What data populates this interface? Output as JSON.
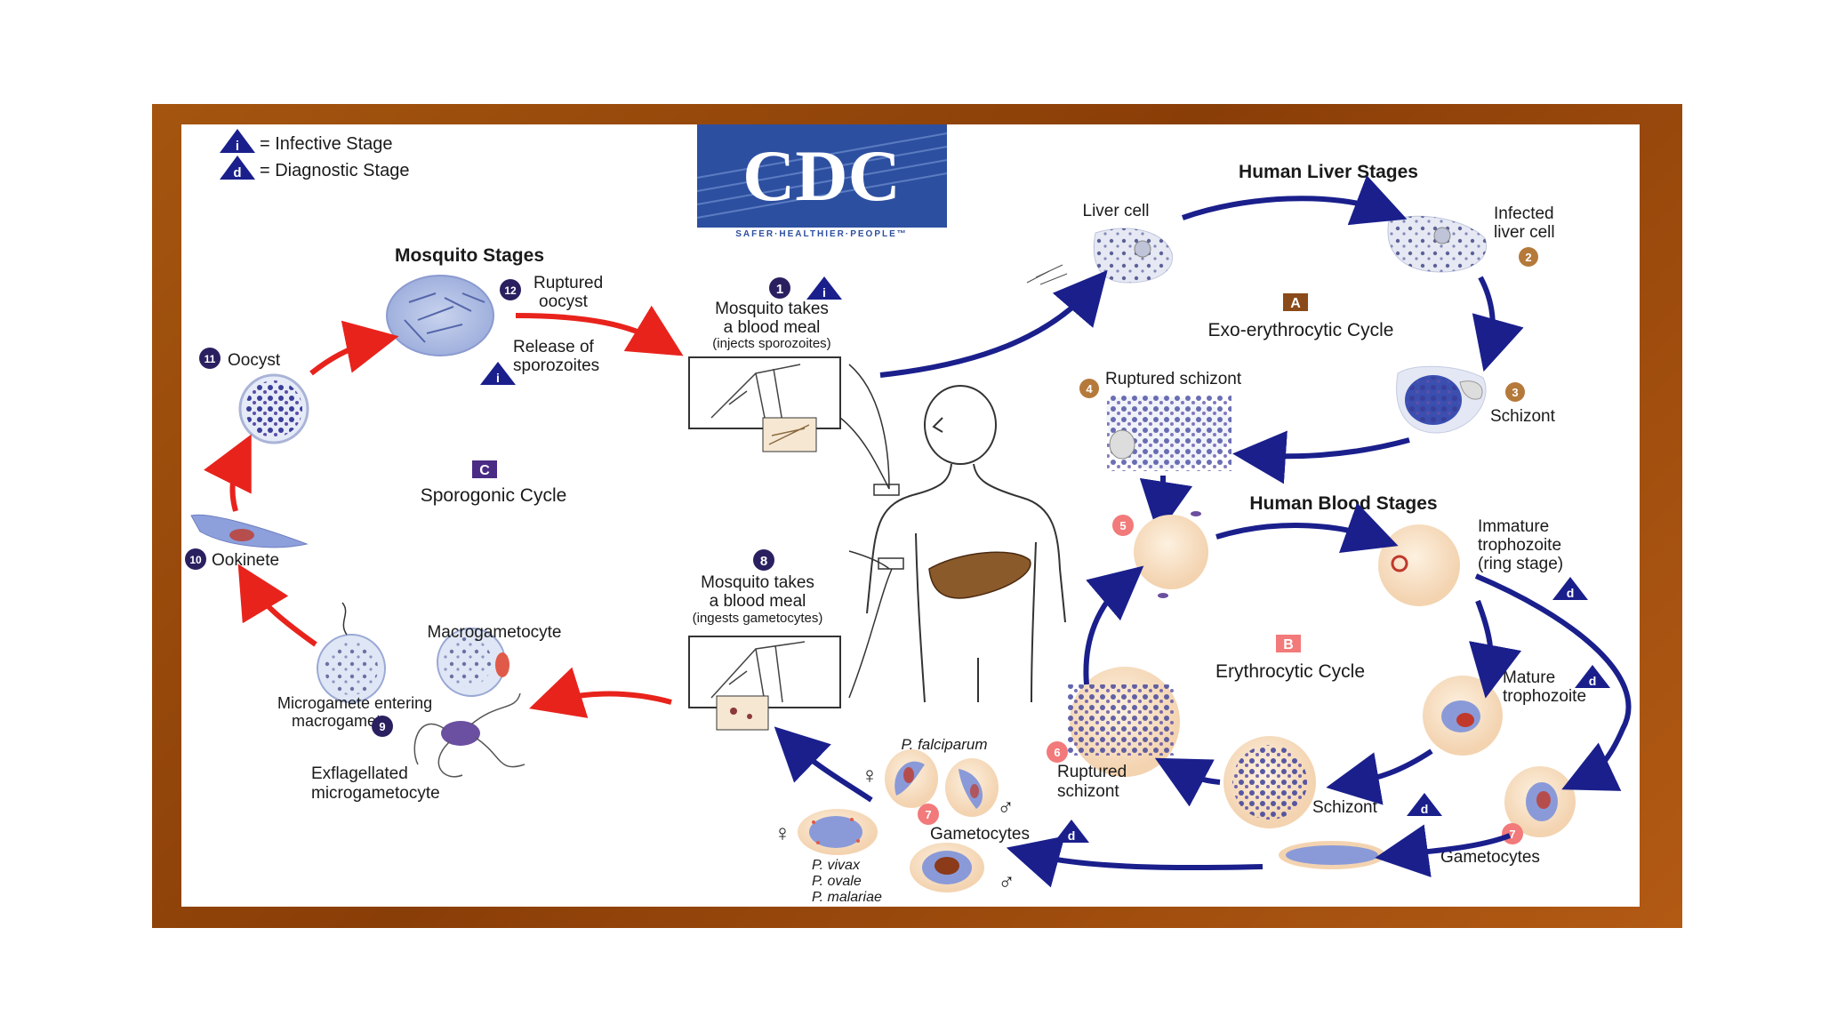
{
  "legend": {
    "infective_symbol": "i",
    "infective_label": "= Infective Stage",
    "diagnostic_symbol": "d",
    "diagnostic_label": "= Diagnostic Stage"
  },
  "logo": {
    "text": "CDC",
    "tagline": "SAFER·HEALTHIER·PEOPLE™"
  },
  "headings": {
    "mosquito": "Mosquito Stages",
    "liver": "Human Liver Stages",
    "blood": "Human Blood Stages"
  },
  "cycles": {
    "a_letter": "A",
    "a_label": "Exo-erythrocytic Cycle",
    "b_letter": "B",
    "b_label": "Erythrocytic Cycle",
    "c_letter": "C",
    "c_label": "Sporogonic Cycle"
  },
  "steps": {
    "s1": {
      "num": "1",
      "l1": "Mosquito takes",
      "l2": "a blood meal",
      "l3": "(injects sporozoites)"
    },
    "s2": {
      "num": "2",
      "l1": "Infected",
      "l2": "liver cell"
    },
    "s3": {
      "num": "3",
      "label": "Schizont"
    },
    "s4": {
      "num": "4",
      "label": "Ruptured schizont"
    },
    "s5": {
      "num": "5"
    },
    "s6": {
      "num": "6",
      "l1": "Ruptured",
      "l2": "schizont"
    },
    "s7": {
      "num": "7",
      "label": "Gametocytes"
    },
    "s8": {
      "num": "8",
      "l1": "Mosquito takes",
      "l2": "a blood meal",
      "l3": "(ingests gametocytes)"
    },
    "s9": {
      "num": "9",
      "l1": "Microgamete entering",
      "l2": "macrogamete"
    },
    "s10": {
      "num": "10",
      "label": "Ookinete"
    },
    "s11": {
      "num": "11",
      "label": "Oocyst"
    },
    "s12": {
      "num": "12",
      "l1": "Ruptured",
      "l2": "oocyst"
    }
  },
  "labels": {
    "liver_cell": "Liver cell",
    "release_l1": "Release of",
    "release_l2": "sporozoites",
    "immature_l1": "Immature",
    "immature_l2": "trophozoite",
    "immature_l3": "(ring stage)",
    "mature_l1": "Mature",
    "mature_l2": "trophozoite",
    "blood_schizont": "Schizont",
    "macrogametocyte": "Macrogametocyte",
    "exflag_l1": "Exflagellated",
    "exflag_l2": "microgametocyte",
    "p_falciparum": "P. falciparum",
    "p_vivax": "P. vivax",
    "p_ovale": "P. ovale",
    "p_malariae": "P. malariae",
    "gametocytes_center": "Gametocytes",
    "female": "♀",
    "male": "♂"
  },
  "colors": {
    "navy": "#1a1f8c",
    "red": "#e8231c",
    "brown": "#8b4a1a"
  }
}
